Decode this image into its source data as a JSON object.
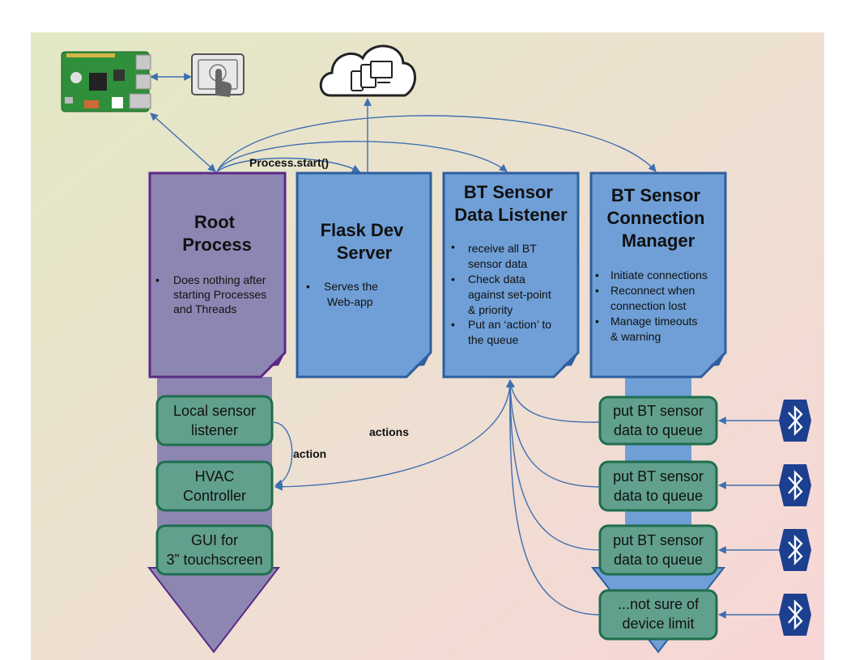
{
  "labels": {
    "process_start": "Process.start()",
    "actions": "actions",
    "action": "action"
  },
  "boxes": {
    "root": {
      "title": [
        "Root",
        "Process"
      ],
      "bullets": [
        [
          "Does nothing after",
          "starting Processes",
          "and Threads"
        ]
      ]
    },
    "flask": {
      "title": [
        "Flask Dev",
        "Server"
      ],
      "bullets": [
        [
          "Serves the",
          "Web-app"
        ]
      ]
    },
    "listener": {
      "title": [
        "BT Sensor",
        "Data Listener"
      ],
      "bullets": [
        [
          "receive all BT",
          "sensor data"
        ],
        [
          "Check data",
          "against set-point",
          "& priority"
        ],
        [
          "Put an ‘action’ to",
          "the queue"
        ]
      ]
    },
    "manager": {
      "title": [
        "BT Sensor",
        "Connection",
        "Manager"
      ],
      "bullets": [
        [
          "Initiate connections"
        ],
        [
          "Reconnect when",
          "connection lost"
        ],
        [
          "Manage timeouts",
          "& warning"
        ]
      ]
    }
  },
  "threads": {
    "local_sensor": [
      "Local sensor",
      "listener"
    ],
    "hvac": [
      "HVAC",
      "Controller"
    ],
    "gui": [
      "GUI for",
      "3” touchscreen"
    ],
    "bt_queue_1": [
      "put BT sensor",
      "data to queue"
    ],
    "bt_queue_2": [
      "put BT sensor",
      "data to queue"
    ],
    "bt_queue_3": [
      "put BT sensor",
      "data to queue"
    ],
    "device_limit": [
      "...not sure of",
      "device limit"
    ]
  },
  "colors": {
    "purple": "#8e86b2",
    "purple_border": "#5a2a86",
    "blue": "#6f9fd6",
    "blue_border": "#2e5f9e",
    "green": "#62a08e",
    "green_border": "#1f6e4e",
    "arrow": "#3e6fb0",
    "bluetooth": "#1d3f8f"
  },
  "icons": [
    "raspberry-pi-board-icon",
    "touchscreen-icon",
    "cloud-devices-icon",
    "bluetooth-icon"
  ]
}
